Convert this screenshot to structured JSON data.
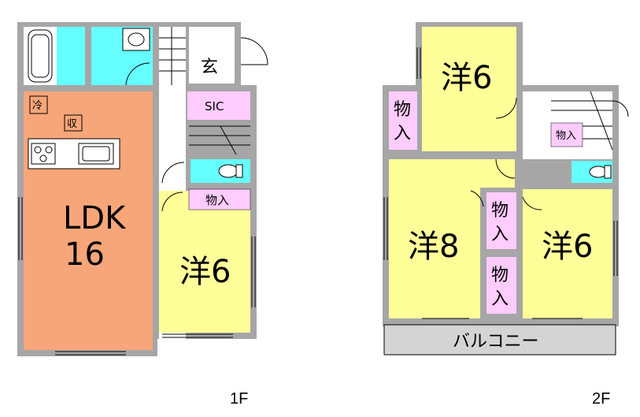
{
  "floor1": {
    "label": "1F",
    "rooms": {
      "ldk_line1": "LDK",
      "ldk_line2": "16",
      "fridge": "冷",
      "storage": "収",
      "entrance": "玄",
      "sic": "SIC",
      "closet": "物入",
      "bedroom": "洋6"
    }
  },
  "floor2": {
    "label": "2F",
    "rooms": {
      "bedroom_top": "洋6",
      "closet_left_1": "物",
      "closet_left_2": "入",
      "closet_stairs": "物入",
      "bedroom_8": "洋8",
      "closet_mid1_1": "物",
      "closet_mid1_2": "入",
      "closet_mid2_1": "物",
      "closet_mid2_2": "入",
      "bedroom_right": "洋6",
      "balcony": "バルコニー"
    }
  },
  "colors": {
    "ldk": "#f7a67a",
    "bedroom": "#ffff99",
    "closet": "#ffccff",
    "water": "#66ffff",
    "wall": "#a6a6a6",
    "balcony": "#d4d4d4"
  }
}
